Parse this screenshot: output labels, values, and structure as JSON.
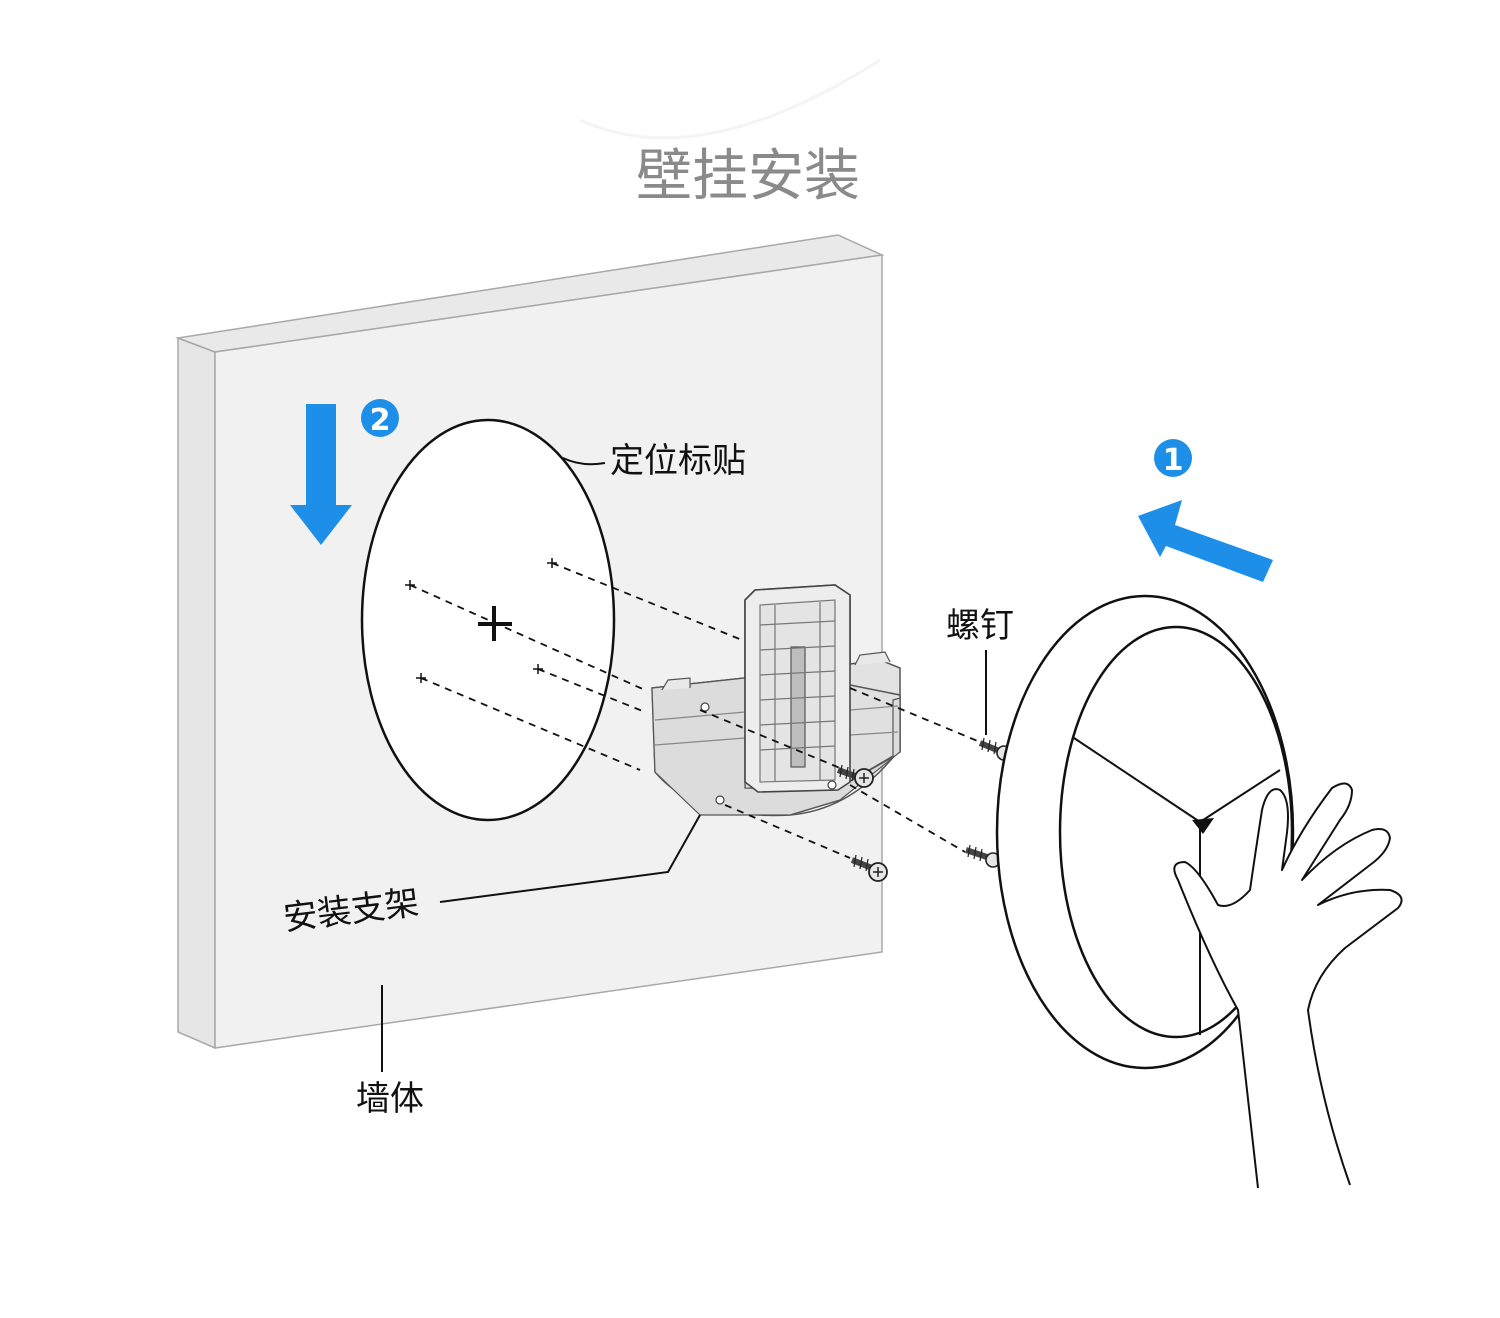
{
  "title": "壁挂安装",
  "labels": {
    "sticker": "定位标贴",
    "screws": "螺钉",
    "bracket": "安装支架",
    "wall": "墙体"
  },
  "steps": {
    "step1": "1",
    "step2": "2"
  },
  "colors": {
    "accent": "#1E8FE8",
    "wall_fill": "#F1F1F1",
    "wall_edge": "#E2E2E2",
    "line": "#111111",
    "title": "#8A8A8A"
  }
}
